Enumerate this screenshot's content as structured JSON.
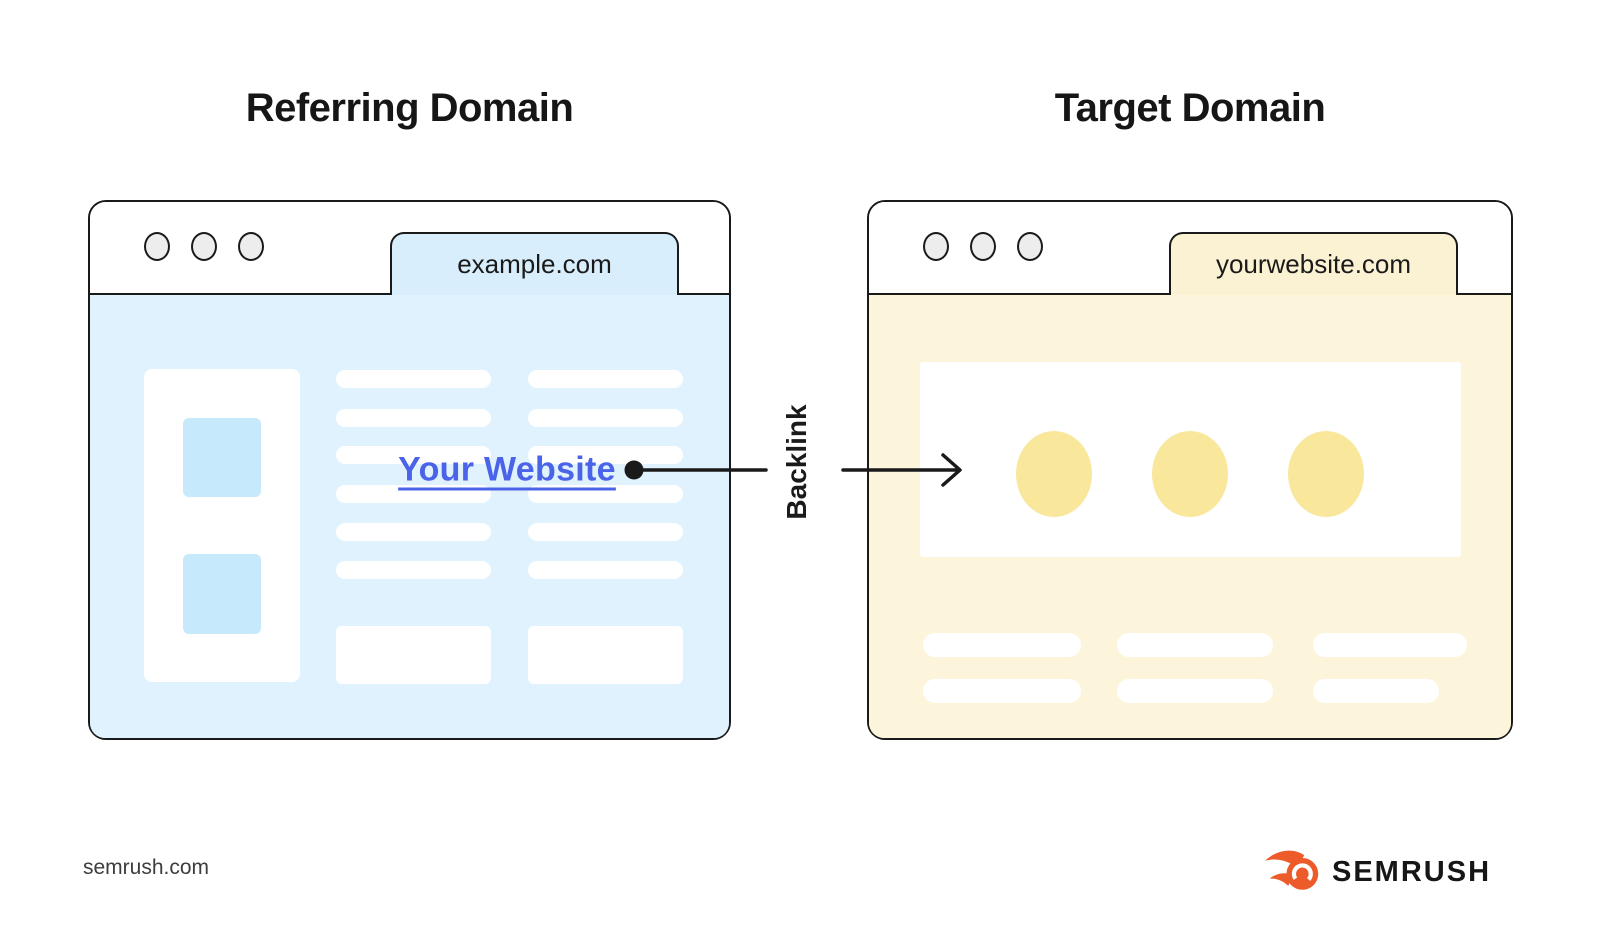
{
  "titles": {
    "left": "Referring Domain",
    "right": "Target Domain"
  },
  "windows": {
    "left": {
      "tab_label": "example.com",
      "link_label": "Your Website"
    },
    "right": {
      "tab_label": "yourwebsite.com"
    }
  },
  "arrow": {
    "label": "Backlink"
  },
  "footer": {
    "site_text": "semrush.com",
    "brand_text": "SEMRUSH"
  },
  "colors": {
    "ink": "#1A1A1A",
    "title": "#161616",
    "muted": "#3D3D3D",
    "dot_fill": "#EDEDED",
    "blue_tab": "#D9EEFC",
    "blue_body": "#E0F2FD",
    "blue_square": "#C6E9FC",
    "yellow_tab": "#FBF2D3",
    "yellow_body": "#FCF5DC",
    "yellow_circle": "#F9E79C",
    "link": "#4A63E8",
    "orange": "#ED5B2B"
  }
}
